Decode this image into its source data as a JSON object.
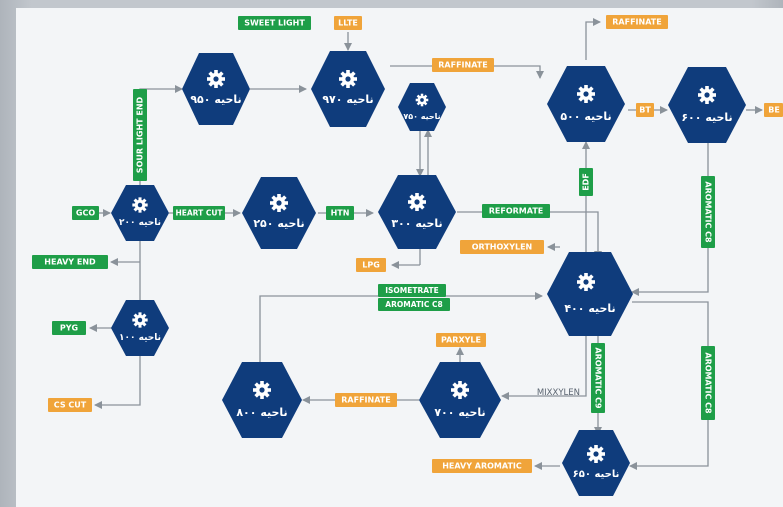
{
  "colors": {
    "hex_fill": "#0f3c7c",
    "green_tag": "#1e9e48",
    "orange_tag": "#f0a43a",
    "line": "#8a929a",
    "background": "#f3f5f7"
  },
  "units": {
    "u950": "ناحیه ۹۵۰",
    "u970": "ناحیه ۹۷۰",
    "u750": "ناحیه ۷۵۰",
    "u500": "ناحیه ۵۰۰",
    "u600": "ناحیه ۶۰۰",
    "u200": "ناحیه ۲۰۰",
    "u250": "ناحیه ۲۵۰",
    "u300": "ناحیه ۳۰۰",
    "u400": "ناحیه ۴۰۰",
    "u100": "ناحیه ۱۰۰",
    "u800": "ناحیه ۸۰۰",
    "u700": "ناحیه ۷۰۰",
    "u650": "ناحیه ۶۵۰"
  },
  "streams": {
    "sweet_light": "SWEET LIGHT",
    "llte": "LLTE",
    "raffinate_top": "RAFFINATE",
    "raffinate_mid": "RAFFINATE",
    "raffinate_bottom": "RAFFINATE",
    "bt": "BT",
    "be": "BE",
    "sour_light_end": "SOUR LIGHT END",
    "gco": "GCO",
    "heart_cut": "HEART CUT",
    "htn": "HTN",
    "reformate": "REFORMATE",
    "edf": "EDF",
    "aromatic_c8_right": "AROMATIC C8",
    "orthoxylen": "ORTHOXYLEN",
    "heavy_end": "HEAVY END",
    "lpg": "LPG",
    "isometrate": "ISOMETRATE",
    "aromatic_c8_mid": "AROMATIC C8",
    "pyg": "PYG",
    "parxyle": "PARXYLE",
    "mixxylen": "MIXXYLEN",
    "aromatic_c9": "AROMATIC C9",
    "aromatic_c8_low": "AROMATIC C8",
    "cs_cut": "CS CUT",
    "heavy_aromatic": "HEAVY AROMATIC"
  }
}
